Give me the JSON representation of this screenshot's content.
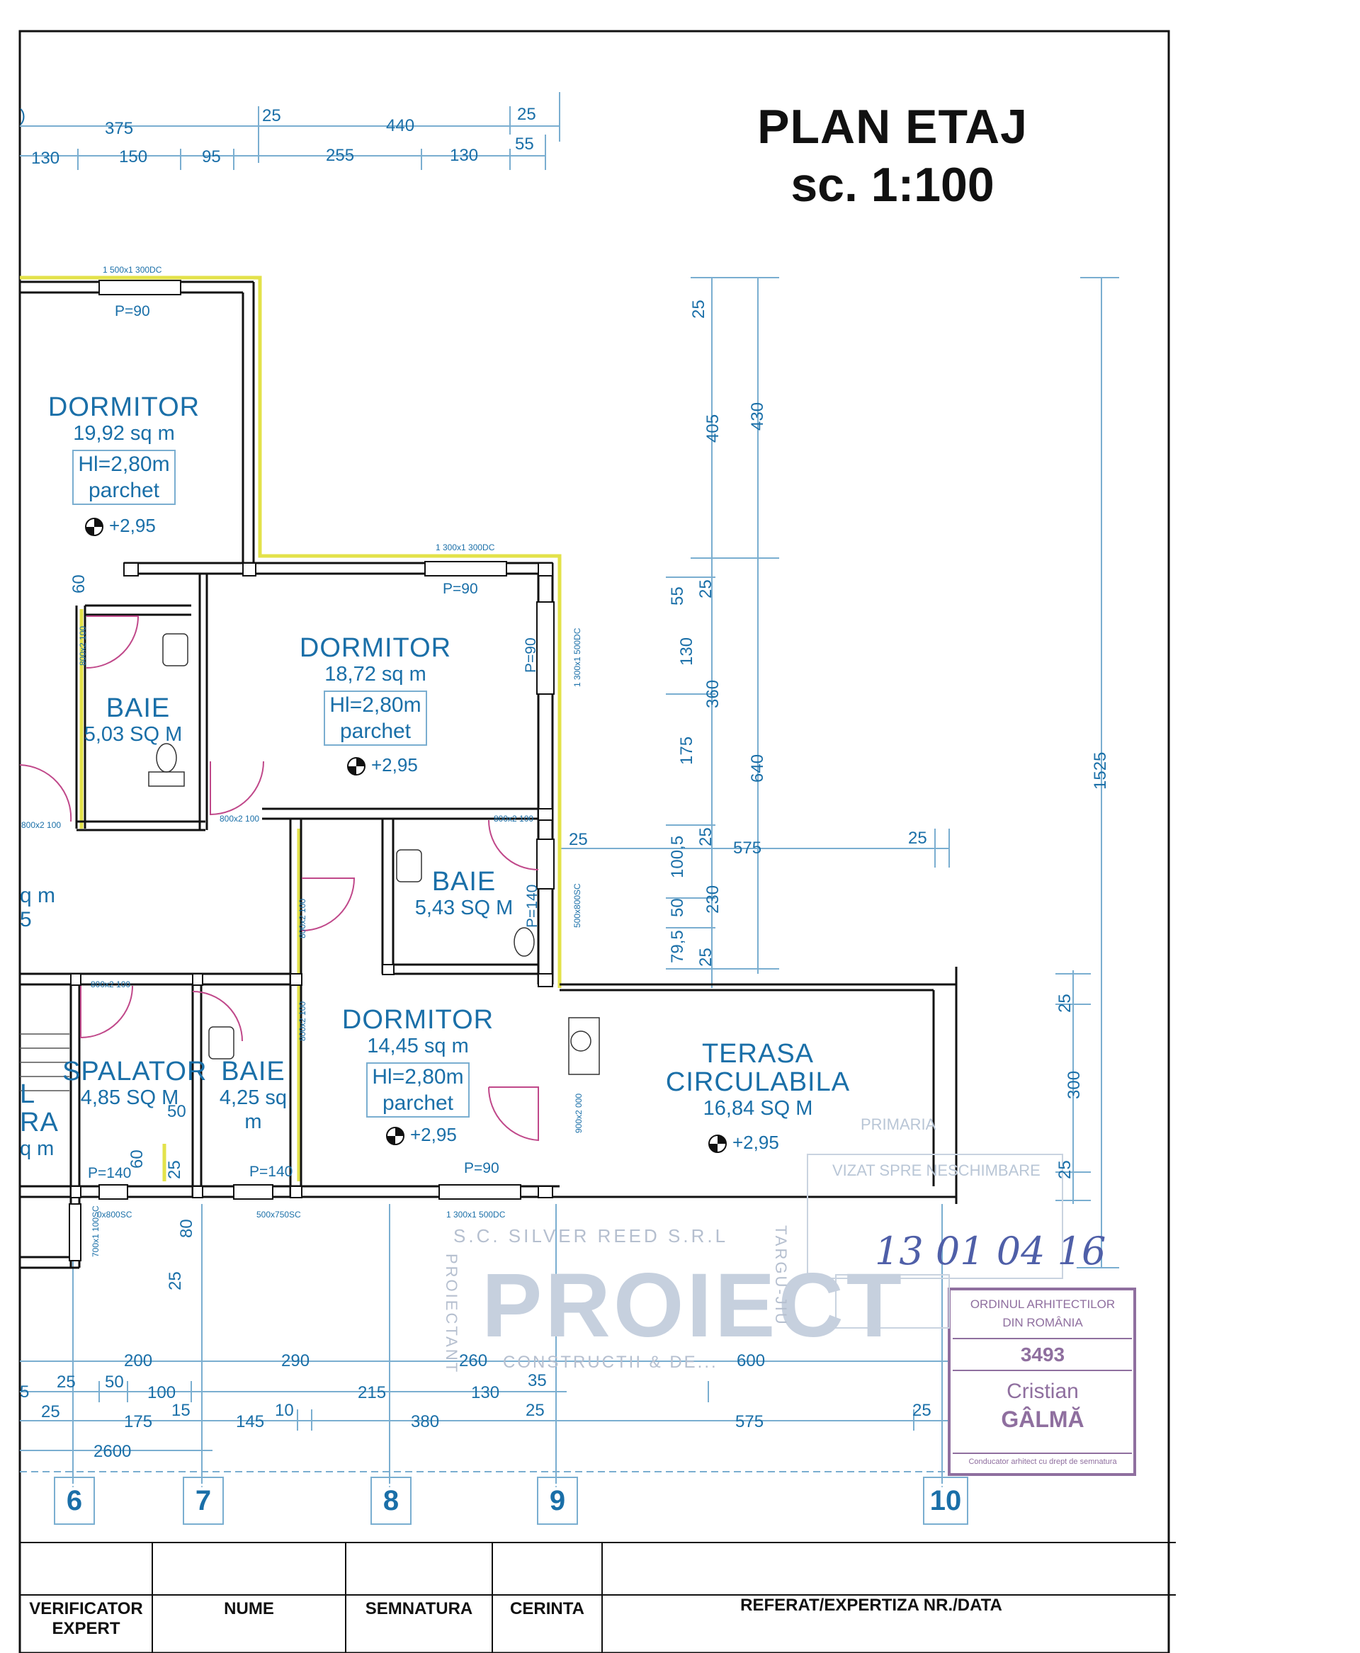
{
  "title": {
    "main": "PLAN ETAJ",
    "scale": "sc. 1:100"
  },
  "rooms": {
    "dormitor1": {
      "name": "DORMITOR",
      "area": "19,92 sq m",
      "height": "Hl=2,80m",
      "finish": "parchet",
      "level": "+2,95"
    },
    "dormitor2": {
      "name": "DORMITOR",
      "area": "18,72 sq m",
      "height": "Hl=2,80m",
      "finish": "parchet",
      "level": "+2,95"
    },
    "dormitor3": {
      "name": "DORMITOR",
      "area": "14,45 sq m",
      "height": "Hl=2,80m",
      "finish": "parchet",
      "level": "+2,95"
    },
    "baie1": {
      "name": "BAIE",
      "area": "5,03 SQ M"
    },
    "baie2": {
      "name": "BAIE",
      "area": "5,43 SQ M"
    },
    "baie3": {
      "name": "BAIE",
      "area": "4,25 sq m"
    },
    "spalator": {
      "name": "SPALATOR",
      "area": "4,85 SQ M"
    },
    "terasa": {
      "name1": "TERASA",
      "name2": "CIRCULABILA",
      "area": "16,84 SQ M",
      "level": "+2,95"
    },
    "cut_left": {
      "a": "q m",
      "b": "5",
      "c": "L",
      "d": "RA",
      "e": "q m"
    }
  },
  "openings": {
    "win_top1": "1 500x1 300DC",
    "win_top2": "1 300x1 300DC",
    "win_right": "1 300x1 500DC",
    "win_bottom1": "1 300x1 500DC",
    "win_bottom2": "500x750SC",
    "win_bottom3": "700x1 100SC",
    "win_bottom4": "0x800SC",
    "win_right2": "500x800SC",
    "door_baie1": "800x2 100",
    "door_left": "800x2 100",
    "door_dorm2": "800x2 100",
    "door_baie2": "800x2 100",
    "door_spal": "800x2 100",
    "door_vert1": "800x2 100",
    "door_vert2": "800x2 100",
    "door_ter": "900x2 000",
    "p_dorm1": "P=90",
    "p_dorm2": "P=90",
    "p_dorm2_side": "P=90",
    "p_dorm3": "P=90",
    "p_baie2": "P=140",
    "p_spal": "P=140",
    "p_baie3": "P=140"
  },
  "dims_top": {
    "r1": [
      "375",
      "25",
      "440",
      "25"
    ],
    "r2": [
      "130",
      "150",
      "95",
      "255",
      "130",
      "55"
    ],
    "cut": ")"
  },
  "dims_right": {
    "c1": [
      "25",
      "405",
      "55",
      "25",
      "130",
      "175",
      "25",
      "100,5",
      "50",
      "79,5",
      "25"
    ],
    "c2": [
      "430",
      "360",
      "230"
    ],
    "c3": [
      "640"
    ],
    "c4": [
      "1525"
    ],
    "c5": [
      "25",
      "300",
      "25"
    ],
    "h1": [
      "25",
      "575",
      "25"
    ]
  },
  "dims_inner": {
    "a": "60",
    "b": "50",
    "c": "60",
    "d": "25",
    "e": "80",
    "f": "25"
  },
  "dims_bottom": {
    "r1": [
      "200",
      "290",
      "260",
      "600"
    ],
    "r2": [
      "25",
      "50",
      "100",
      "15",
      "215",
      "130",
      "35"
    ],
    "r3": [
      "25",
      "175",
      "145",
      "10",
      "380",
      "25",
      "575",
      "25"
    ],
    "r4": [
      "2600"
    ],
    "cut": "5"
  },
  "axes": [
    "6",
    "7",
    "8",
    "9",
    "10"
  ],
  "stamps": {
    "company": "S.C. SILVER REED S.R.L",
    "project_word": "PROIECT",
    "side_left": "PROIECTANT",
    "side_right": "TARGU-JIU",
    "bottom": "CONSTRUCTII & DE...",
    "date": "13 01 04 16",
    "oar_line1": "ORDINUL ARHITECTILOR",
    "oar_line2": "DIN ROMÂNIA",
    "oar_number": "3493",
    "architect_first": "Cristian",
    "architect_last": "GÂLMĂ",
    "oar_footer": "Conducator arhitect cu drept de semnatura",
    "faint1": "PRIMARIA",
    "faint2": "VIZAT SPRE NESCHIMBARE"
  },
  "title_block": {
    "headers": [
      "VERIFICATOR EXPERT",
      "NUME",
      "SEMNATURA",
      "CERINTA",
      "REFERAT/EXPERTIZA NR./DATA"
    ]
  },
  "colors": {
    "wall_outline": "#e3e24a",
    "dim_blue": "#1a6fa8",
    "line_blue": "#7aaed0",
    "door": "#c0488a",
    "stamp": "#8f6f9f"
  }
}
